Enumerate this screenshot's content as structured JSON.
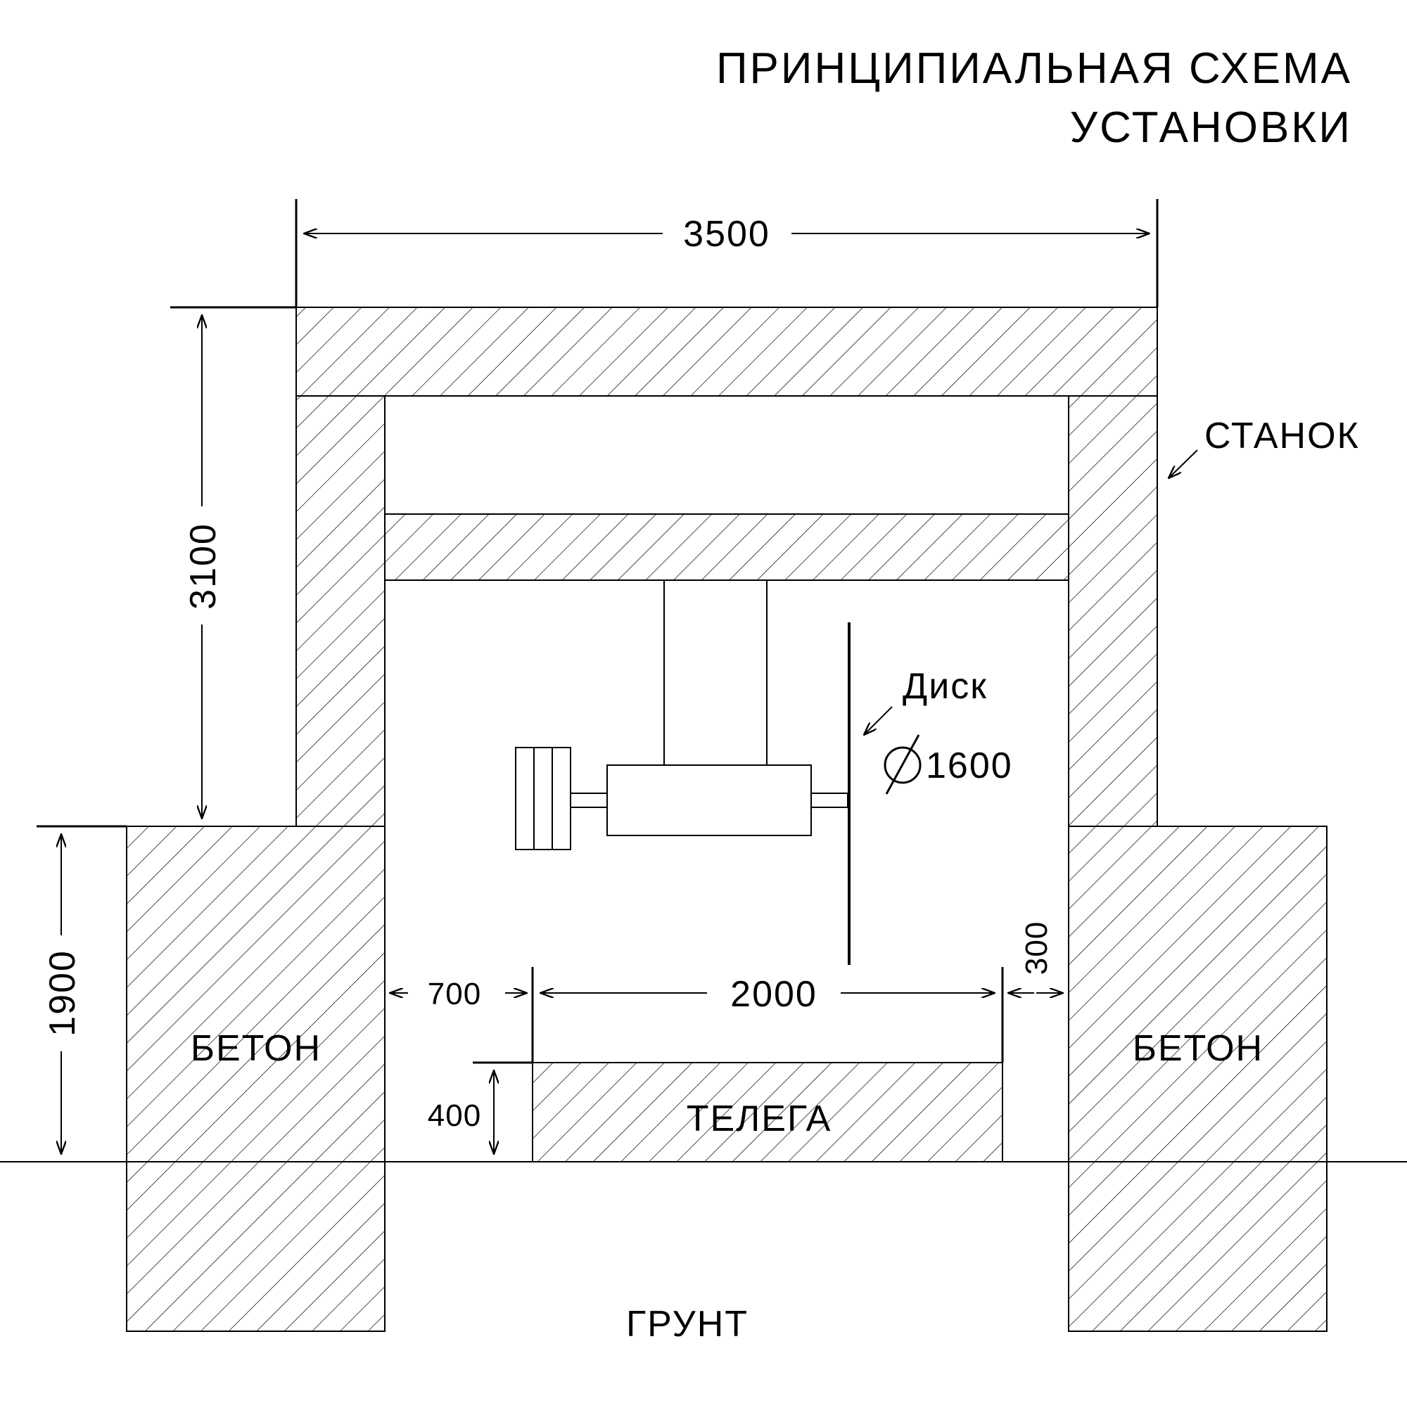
{
  "title": {
    "line1": "ПРИНЦИПИАЛЬНАЯ СХЕМА",
    "line2": "УСТАНОВКИ"
  },
  "labels": {
    "machine": "СТАНОК",
    "disc": "Диск",
    "disc_diameter": "1600",
    "concrete_left": "БЕТОН",
    "concrete_right": "БЕТОН",
    "cart": "ТЕЛЕГА",
    "ground": "ГРУНТ"
  },
  "dimensions": {
    "machine_width": "3500",
    "machine_height": "3100",
    "concrete_height": "1900",
    "cart_length": "2000",
    "left_gap": "700",
    "right_gap": "300",
    "cart_height": "400"
  },
  "icons": {
    "diameter": "diameter-symbol-icon"
  }
}
